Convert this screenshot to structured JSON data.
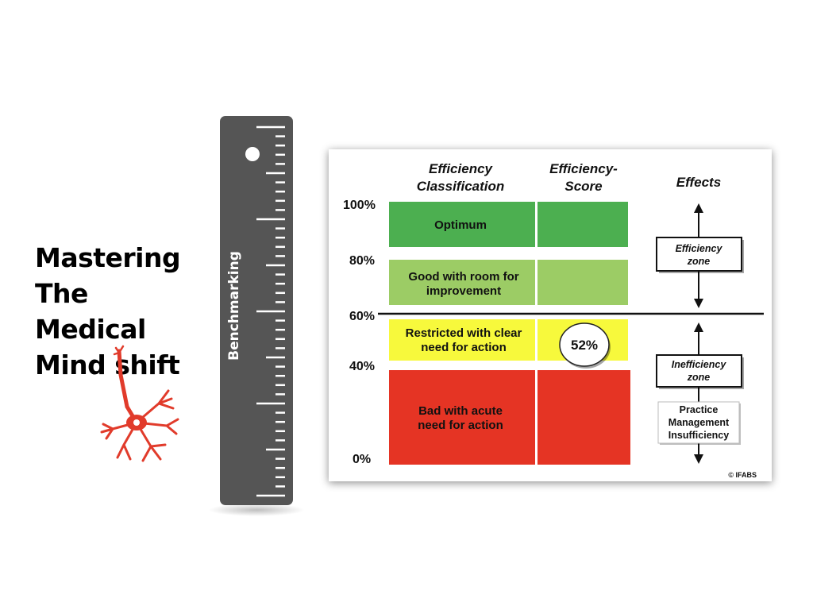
{
  "brand": {
    "lines": [
      "Mastering",
      "The",
      "Medical",
      "Mind shift"
    ],
    "accent_color": "#e13b2b"
  },
  "ruler": {
    "label": "Benchmarking",
    "color": "#555555"
  },
  "diagram": {
    "headers": {
      "classification": [
        "Efficiency",
        "Classification"
      ],
      "score": [
        "Efficiency-",
        "Score"
      ],
      "effects": "Effects"
    },
    "scale_labels": [
      "100%",
      "80%",
      "60%",
      "40%",
      "0%"
    ],
    "bands": [
      {
        "label": [
          "Optimum"
        ],
        "color": "#4caf50",
        "from_pct": 80,
        "to_pct": 100
      },
      {
        "label": [
          "Good with room for",
          "improvement"
        ],
        "color": "#9ccc65",
        "from_pct": 60,
        "to_pct": 80
      },
      {
        "label": [
          "Restricted with clear",
          "need for action"
        ],
        "color": "#f7f93c",
        "from_pct": 40,
        "to_pct": 60
      },
      {
        "label": [
          "Bad with acute",
          "need for action"
        ],
        "color": "#e53424",
        "from_pct": 0,
        "to_pct": 40
      }
    ],
    "score": {
      "value": 52,
      "label": "52%"
    },
    "efficiency_zone": [
      "Efficiency",
      "zone"
    ],
    "inefficiency_zone": [
      "Inefficiency",
      "zone"
    ],
    "practice_box": [
      "Practice",
      "Management",
      "Insufficiency"
    ],
    "copyright": "© IFABS"
  }
}
